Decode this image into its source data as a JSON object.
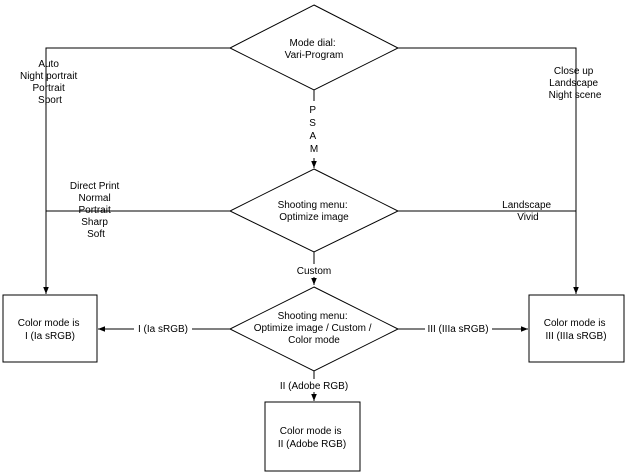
{
  "diagram": {
    "decision_mode_dial": [
      "Mode dial:",
      "Vari-Program"
    ],
    "decision_shooting_menu": [
      "Shooting menu:",
      "Optimize image"
    ],
    "decision_color_mode_menu": [
      "Shooting menu:",
      "Optimize image / Custom /",
      "Color mode"
    ],
    "box_mode_1": [
      "Color mode is",
      "I (Ia sRGB)"
    ],
    "box_mode_2": [
      "Color mode is",
      "II (Adobe RGB)"
    ],
    "box_mode_3": [
      "Color mode is",
      "III (IIIa sRGB)"
    ],
    "labels": {
      "left_modes": [
        "Auto",
        "Night portrait",
        "Portrait",
        "Sport"
      ],
      "right_modes": [
        "Close up",
        "Landscape",
        "Night scene"
      ],
      "psam": [
        "P",
        "S",
        "A",
        "M"
      ],
      "left_optimize": [
        "Direct Print",
        "Normal",
        "Portrait",
        "Sharp",
        "Soft"
      ],
      "right_optimize": [
        "Landscape",
        "Vivid"
      ],
      "custom": "Custom",
      "to_mode_1": "I (Ia sRGB)",
      "to_mode_3": "III (IIIa sRGB)",
      "to_mode_2": "II (Adobe RGB)"
    }
  }
}
